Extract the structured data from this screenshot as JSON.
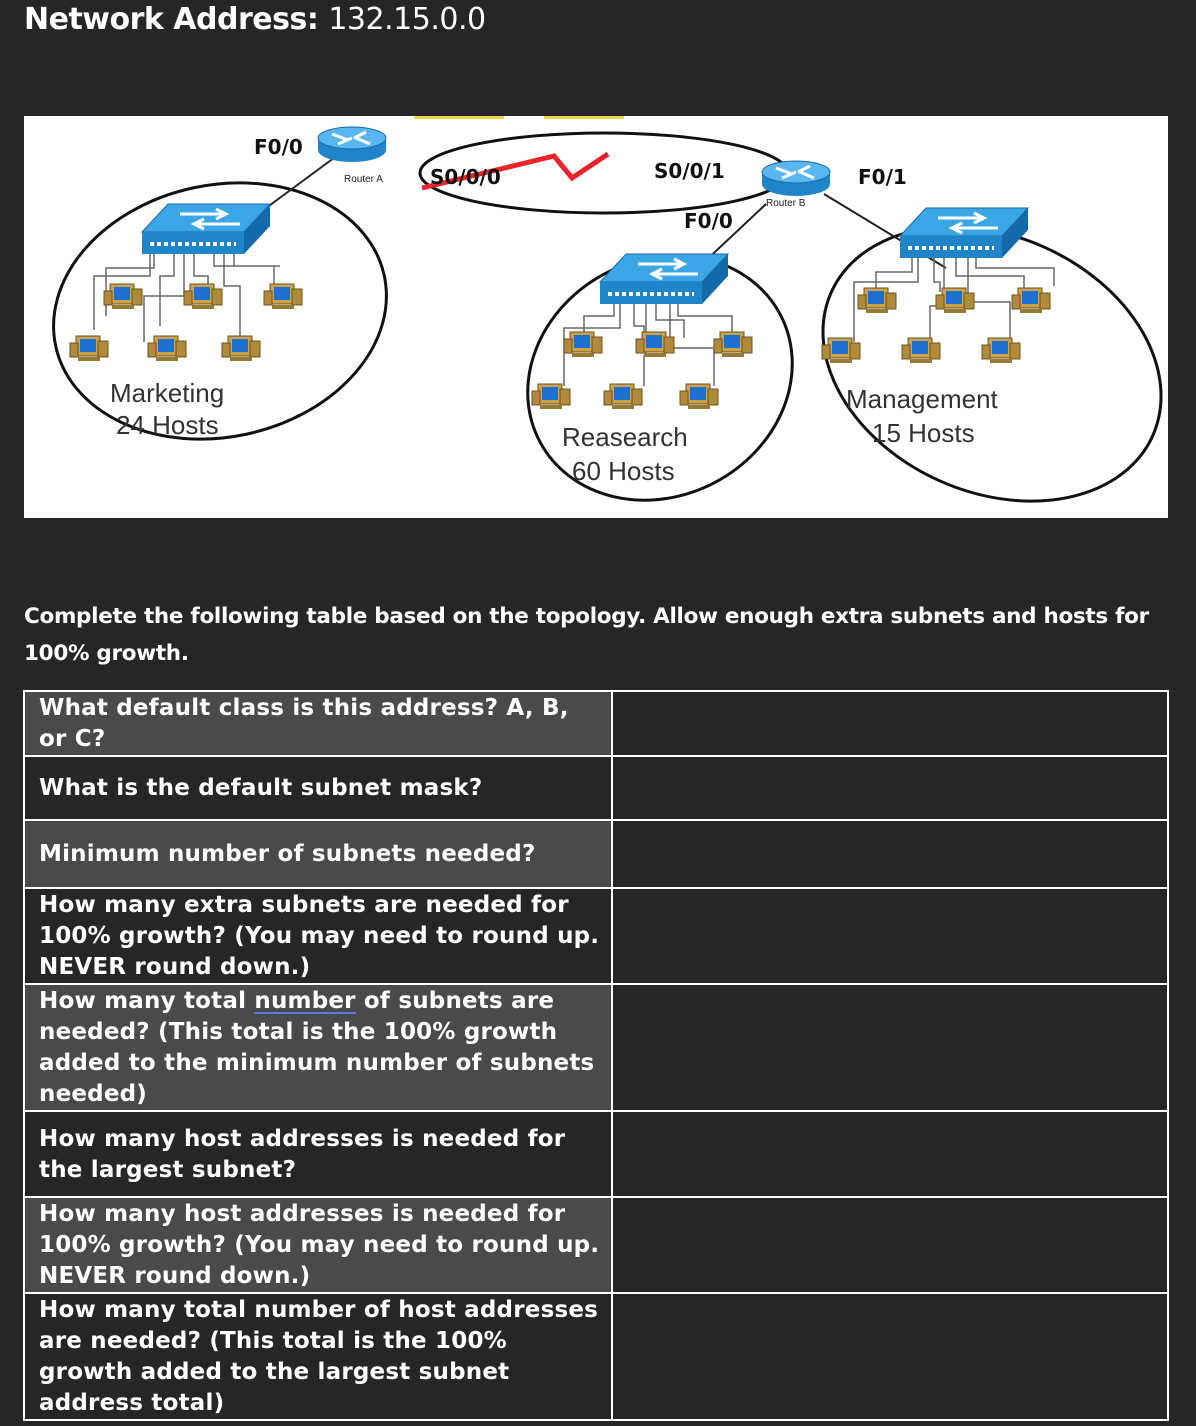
{
  "header": {
    "label": "Network Address:",
    "value": "132.15.0.0"
  },
  "diagram": {
    "interfaces": {
      "router_a_f00": "F0/0",
      "router_a_s000": "S0/0/0",
      "router_b_s001": "S0/0/1",
      "router_b_f00": "F0/0",
      "router_b_f01": "F0/1"
    },
    "routers": {
      "router_a": "Router A",
      "router_b": "Router B"
    },
    "lans": {
      "marketing": {
        "name": "Marketing",
        "hosts": "24 Hosts"
      },
      "research": {
        "name": "Reasearch",
        "hosts": "60 Hosts"
      },
      "management": {
        "name": "Management",
        "hosts": "15 Hosts"
      }
    },
    "colors": {
      "switch": "#1e86c8",
      "serial_link": "#e8242a",
      "ellipse": "#111111"
    }
  },
  "instructions": "Complete the following table based on the topology. Allow enough extra subnets and hosts for 100% growth.",
  "table": {
    "rows": [
      {
        "question": "What default class is this address? A, B, or C?",
        "answer": ""
      },
      {
        "question": "What is the default subnet mask?",
        "answer": ""
      },
      {
        "question": "Minimum number of subnets needed?",
        "answer": ""
      },
      {
        "question": "How many extra subnets are needed for 100% growth? (You may need to round up. NEVER round down.)",
        "answer": ""
      },
      {
        "q_before": "How many total ",
        "q_underlined": "number",
        "q_after": " of subnets are needed? (This total is the 100% growth added to the minimum number of subnets needed)",
        "answer": ""
      },
      {
        "question": "How many host addresses is needed for the largest subnet?",
        "answer": ""
      },
      {
        "question": "How many host addresses is needed for 100% growth? (You may need to round up. NEVER round down.)",
        "answer": ""
      },
      {
        "question": "How many total number of host addresses are needed? (This total is the 100% growth added to the largest subnet address total)",
        "answer": ""
      }
    ]
  }
}
